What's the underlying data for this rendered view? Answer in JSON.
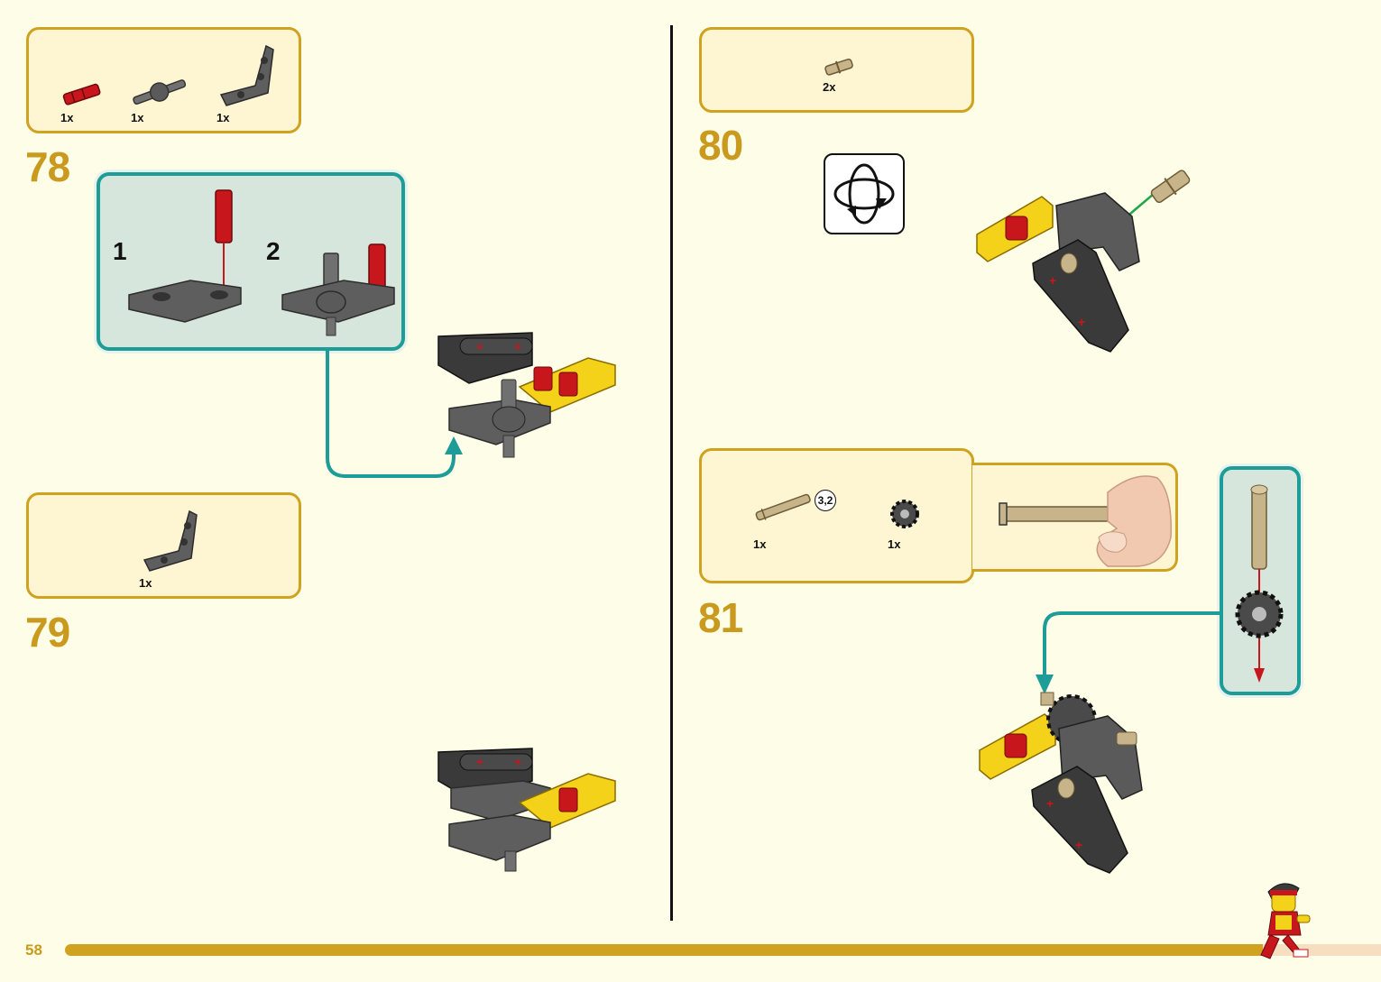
{
  "page": {
    "number": "58"
  },
  "steps": {
    "s78": {
      "number": "78",
      "parts": [
        {
          "qty": "1x"
        },
        {
          "qty": "1x"
        },
        {
          "qty": "1x"
        }
      ],
      "substeps": [
        "1",
        "2"
      ]
    },
    "s79": {
      "number": "79",
      "parts": [
        {
          "qty": "1x"
        }
      ]
    },
    "s80": {
      "number": "80",
      "parts": [
        {
          "qty": "2x"
        }
      ],
      "rotate_icon": "rotate-model-icon"
    },
    "s81": {
      "number": "81",
      "parts": [
        {
          "qty": "1x"
        },
        {
          "qty": "1x"
        }
      ],
      "axle_length": "3,2"
    }
  },
  "colors": {
    "accent": "#cfa21f",
    "step_number": "#c99a1e",
    "teal": "#1d9c98",
    "background": "#fefde7",
    "part_box": "#fef5d2",
    "brick_red": "#c8161d",
    "brick_yellow": "#f4d21a",
    "brick_gray": "#5a5a5a",
    "brick_tan": "#c8b48a"
  }
}
